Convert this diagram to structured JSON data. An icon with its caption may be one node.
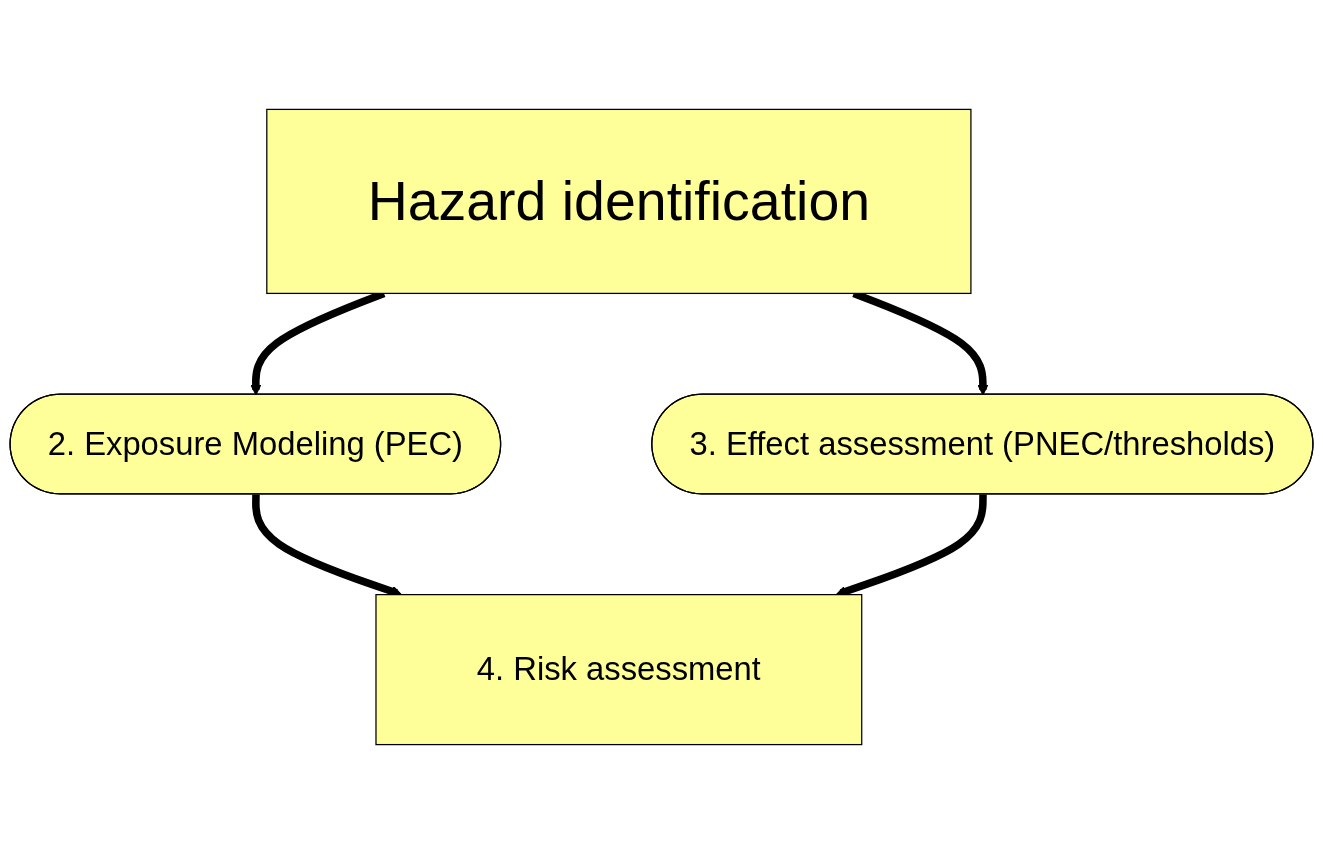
{
  "diagram": {
    "nodes": [
      {
        "text": [
          "Hazard identification"
        ]
      },
      {
        "text": [
          "2. Exposure Modeling (PEC)"
        ]
      },
      {
        "text": [
          "3. Effect assessment (PNEC/thresholds)"
        ]
      },
      {
        "text": [
          "4. Risk assessment"
        ]
      }
    ],
    "edges": [
      {
        "from": 0,
        "to": 1,
        "arrow": "to"
      },
      {
        "from": 0,
        "to": 2,
        "arrow": "to"
      },
      {
        "from": 1,
        "to": 3,
        "arrow": "to"
      },
      {
        "from": 2,
        "to": 3,
        "arrow": "to"
      }
    ]
  }
}
